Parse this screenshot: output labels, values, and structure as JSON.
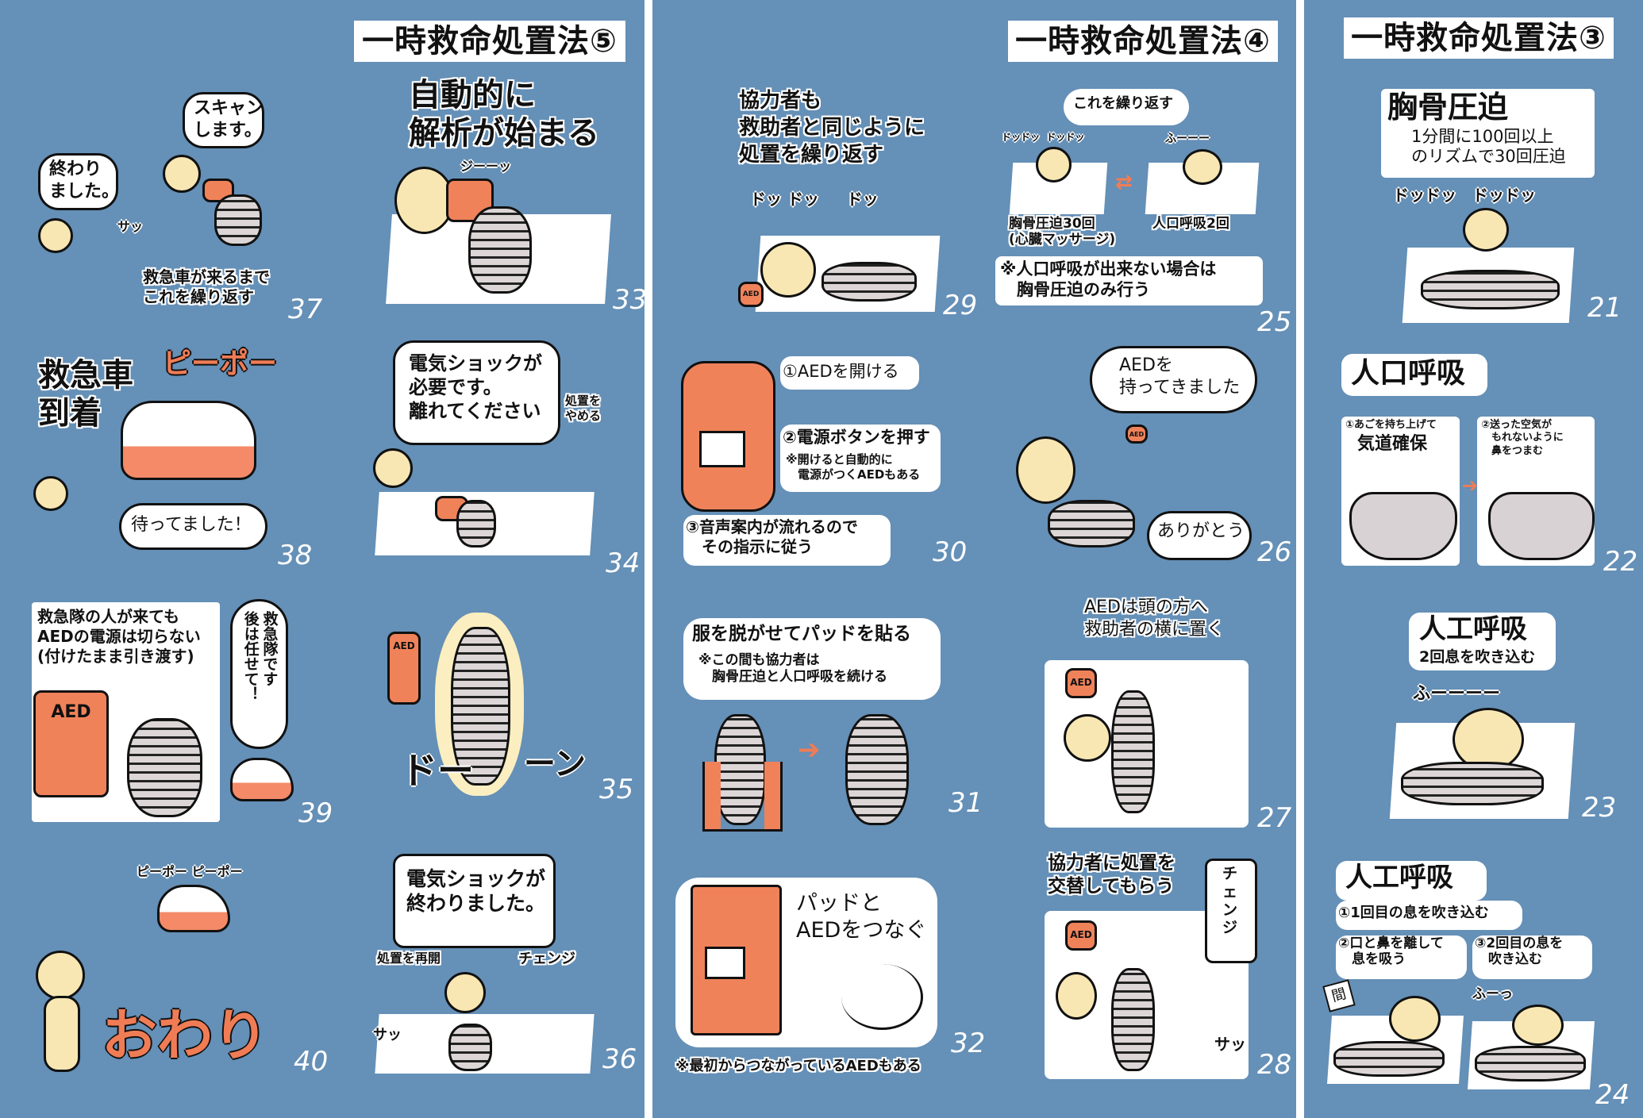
{
  "colors": {
    "background": "#6590b7",
    "aed_orange": "#f0825a",
    "bear_cream": "#f8e7b3"
  },
  "titles": {
    "part5": "一時救命処置法⑤",
    "part4": "一時救命処置法④",
    "part3": "一時救命処置法③"
  },
  "p37": {
    "bubble_left": "終わり\nました。",
    "bubble_right": "スキャン\nします。",
    "sfx": "サッ",
    "caption": "救急車が来るまで\nこれを繰り返す",
    "num": "37"
  },
  "p33": {
    "headline": "自動的に\n解析が始まる",
    "sfx": "ジーーッ",
    "num": "33"
  },
  "p38": {
    "headline": "救急車\n到着",
    "siren": "ピーポー",
    "shout": "待ってました！",
    "num": "38"
  },
  "p34": {
    "bubble": "電気ショックが\n必要です。\n離れてください",
    "label": "処置を\nやめる",
    "num": "34"
  },
  "p39": {
    "note": "救急隊の人が来ても\nAEDの電源は切らない\n(付けたまま引き渡す)",
    "aed_label": "AED",
    "bubble": "救急隊です\n後は任せて！",
    "num": "39"
  },
  "p35": {
    "aed_label": "AED",
    "sfx_left": "ドー",
    "sfx_right": "ーン",
    "num": "35"
  },
  "p40": {
    "siren": "ピーポー ピーポー",
    "end": "おわり",
    "num": "40"
  },
  "p36": {
    "bubble": "電気ショックが\n終わりました。",
    "label_left": "処置を再開",
    "label_right": "チェンジ",
    "sfx": "サッ",
    "num": "36"
  },
  "p29": {
    "headline": "協力者も\n救助者と同じように\n処置を繰り返す",
    "sfx": "ドッ ドッ     ドッ",
    "aed_label": "AED",
    "num": "29"
  },
  "p25": {
    "bubble": "これを繰り返す",
    "sfx_left": "ドッドッ  ドッドッ",
    "sfx_right": "ふーーー",
    "label_left": "胸骨圧迫30回\n(心臓マッサージ)",
    "label_right": "人口呼吸2回",
    "note": "※人口呼吸が出来ない場合は\n　胸骨圧迫のみ行う",
    "num": "25"
  },
  "p30": {
    "step1": "①AEDを開ける",
    "step2": "②電源ボタンを押す",
    "step2_note": "※開けると自動的に\n　電源がつくAEDもある",
    "step3": "③音声案内が流れるので\n　その指示に従う",
    "num": "30"
  },
  "p26": {
    "bubble": "AEDを\n持ってきました",
    "aed_label": "AED",
    "reply": "ありがとう",
    "num": "26"
  },
  "p31": {
    "headline": "服を脱がせてパッドを貼る",
    "note": "※この間も協力者は\n　胸骨圧迫と人口呼吸を続ける",
    "num": "31"
  },
  "p27": {
    "headline": "AEDは頭の方へ\n救助者の横に置く",
    "aed_label": "AED",
    "num": "27"
  },
  "p32": {
    "text": "パッドと\nAEDをつなぐ",
    "note": "※最初からつながっているAEDもある",
    "num": "32"
  },
  "p28": {
    "headline": "協力者に処置を\n交替してもらう",
    "shout": "チ\nェ\nン\nジ",
    "aed_label": "AED",
    "sfx": "サッ",
    "num": "28"
  },
  "p21": {
    "headline": "胸骨圧迫",
    "sub": "1分間に100回以上\nのリズムで30回圧迫",
    "sfx": "ドッドッ　ドッドッ",
    "num": "21"
  },
  "p22": {
    "headline": "人口呼吸",
    "step1_small": "①あごを持ち上げて",
    "step1_big": "気道確保",
    "step2": "②送った空気が\n　もれないように\n　鼻をつまむ",
    "num": "22"
  },
  "p23": {
    "headline": "人工呼吸",
    "sub": "2回息を吹き込む",
    "sfx": "ふーーーー",
    "num": "23"
  },
  "p24": {
    "headline": "人工呼吸",
    "step1": "①1回目の息を吹き込む",
    "step2": "②口と鼻を離して\n　息を吸う",
    "step3": "③2回目の息を\n　吹き込む",
    "label": "間",
    "sfx": "ふーっ",
    "num": "24"
  }
}
